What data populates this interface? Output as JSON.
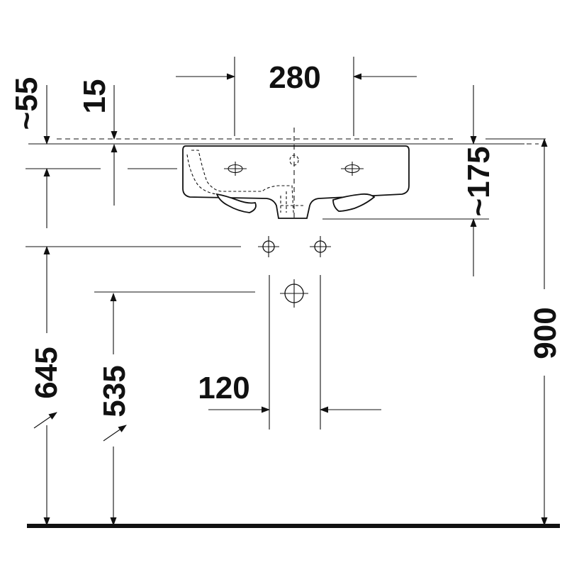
{
  "dimensions": {
    "tap_hole_spacing": "280",
    "rim_offset": "~55",
    "rim_thickness": "15",
    "basin_depth": "~175",
    "mounting_height": "900",
    "supply_height": "645",
    "waste_height": "535",
    "supply_spacing": "120"
  },
  "colors": {
    "line": "#111111",
    "background": "#ffffff"
  }
}
